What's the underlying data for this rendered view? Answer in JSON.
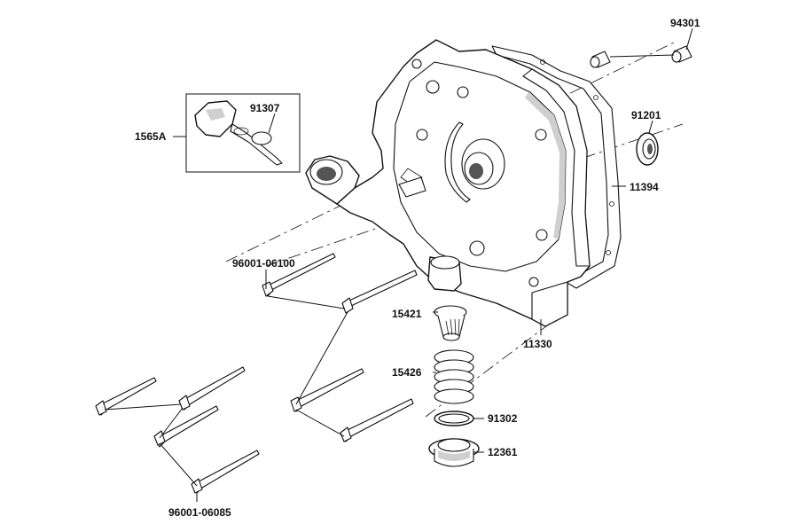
{
  "labels": {
    "p94301": "94301",
    "p91307": "91307",
    "p1565A": "1565A",
    "p91201": "91201",
    "p11394": "11394",
    "p96001_06100": "96001-06100",
    "p15421": "15421",
    "p11330": "11330",
    "p15426": "15426",
    "p91302": "91302",
    "p12361": "12361",
    "p96001_06085": "96001-06085"
  }
}
